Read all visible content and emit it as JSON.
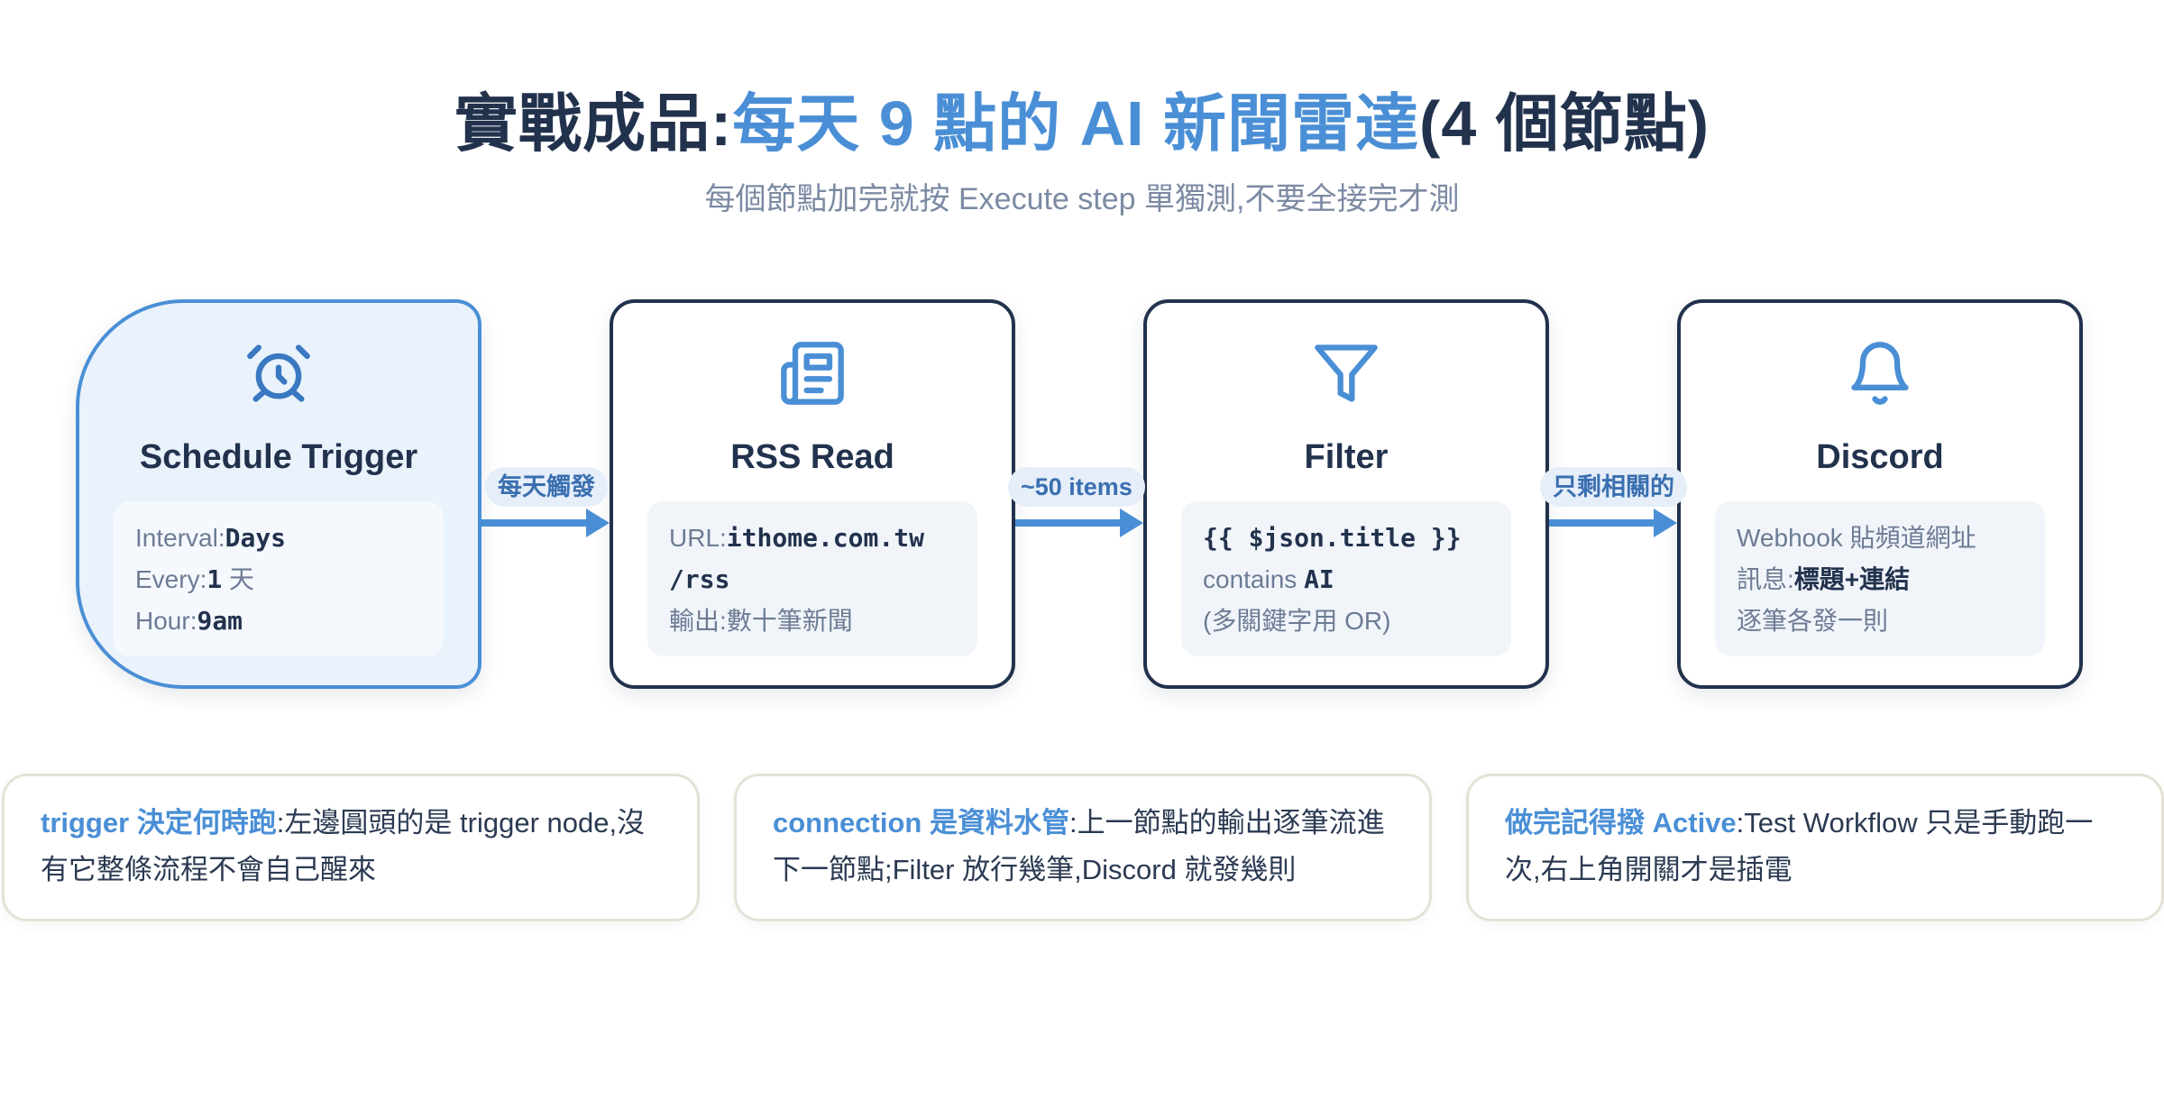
{
  "title": {
    "prefix": "實戰成品:",
    "accent": "每天 9 點的 AI 新聞雷達",
    "suffix": "(4 個節點)"
  },
  "subtitle": "每個節點加完就按 Execute step 單獨測,不要全接完才測",
  "nodes": [
    {
      "icon": "alarm-clock-icon",
      "name": "Schedule Trigger",
      "lines": [
        {
          "label": "Interval:",
          "value": "Days"
        },
        {
          "label": "Every:",
          "value": "1",
          "suffix": " 天"
        },
        {
          "label": "Hour:",
          "value": "9am"
        }
      ]
    },
    {
      "icon": "newspaper-icon",
      "name": "RSS Read",
      "lines": [
        {
          "label": "URL:",
          "value": "ithome.com.tw"
        },
        {
          "value": "/rss"
        },
        {
          "label": "輸出:數十筆新聞"
        }
      ]
    },
    {
      "icon": "funnel-icon",
      "name": "Filter",
      "lines": [
        {
          "value": "{{ $json.title }}"
        },
        {
          "label": "contains ",
          "value": "AI"
        },
        {
          "label": "(多關鍵字用 OR)"
        }
      ]
    },
    {
      "icon": "bell-icon",
      "name": "Discord",
      "lines": [
        {
          "label": "Webhook 貼頻道網址"
        },
        {
          "label": "訊息:",
          "value": "標題+連結"
        },
        {
          "label": "逐筆各發一則"
        }
      ]
    }
  ],
  "edges": [
    {
      "label": "每天觸發"
    },
    {
      "label": "~50 items"
    },
    {
      "label": "只剩相關的"
    }
  ],
  "tips": [
    {
      "head": "trigger 決定何時跑",
      "body": ":左邊圓頭的是 trigger node,沒有它整條流程不會自己醒來"
    },
    {
      "head": "connection 是資料水管",
      "body": ":上一節點的輸出逐筆流進下一節點;Filter 放行幾筆,Discord 就發幾則"
    },
    {
      "head": "做完記得撥 Active",
      "body": ":Test Workflow 只是手動跑一次,右上角開關才是插電"
    }
  ],
  "colors": {
    "accent": "#4a8fd6",
    "dark": "#22324d",
    "muted": "#7c8aa3"
  }
}
